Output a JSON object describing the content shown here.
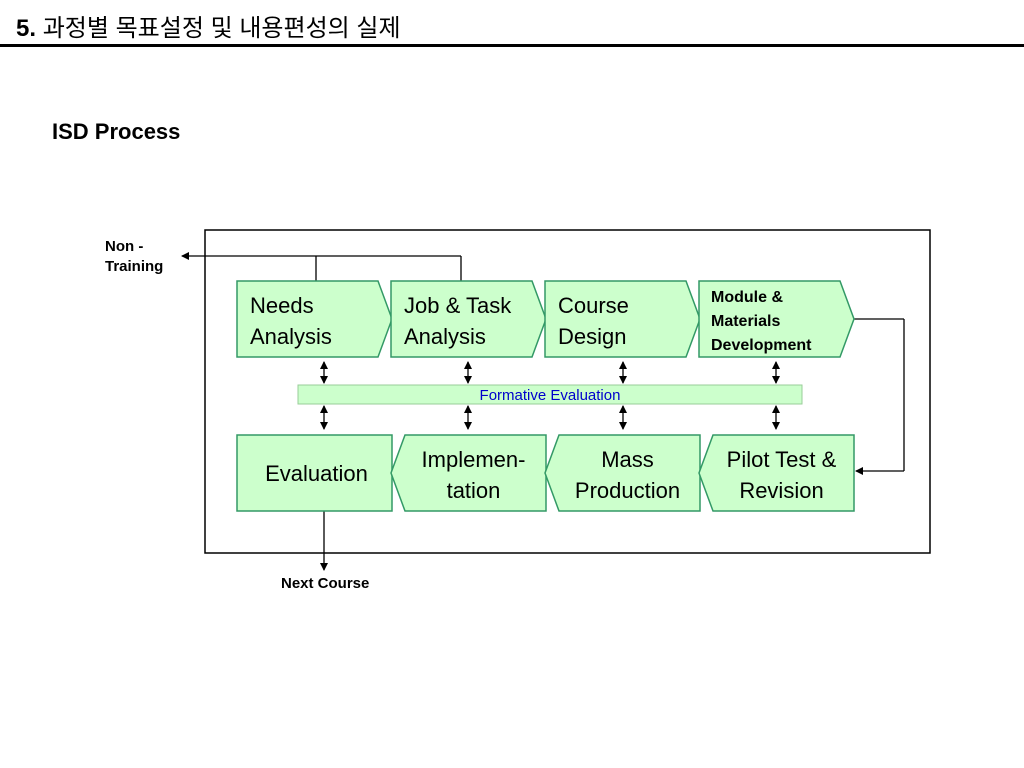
{
  "header": {
    "number": "5.",
    "title": "과정별 목표설정 및 내용편성의 실제"
  },
  "subtitle": "ISD Process",
  "diagram": {
    "top_row": [
      {
        "lines": [
          "Needs",
          "Analysis"
        ],
        "bold": false
      },
      {
        "lines": [
          "Job & Task",
          "Analysis"
        ],
        "bold": false
      },
      {
        "lines": [
          "Course",
          "Design"
        ],
        "bold": false
      },
      {
        "lines": [
          "Module &",
          "Materials",
          "Development"
        ],
        "bold": true
      }
    ],
    "bottom_row": [
      {
        "lines": [
          "Evaluation"
        ]
      },
      {
        "lines": [
          "Implemen-",
          "tation"
        ]
      },
      {
        "lines": [
          "Mass",
          "Production"
        ]
      },
      {
        "lines": [
          "Pilot Test &",
          "Revision"
        ]
      }
    ],
    "formative_label": "Formative Evaluation",
    "non_training_label": [
      "Non -",
      "Training"
    ],
    "next_course_label": "Next Course",
    "colors": {
      "box_fill": "#ccffcc",
      "box_stroke": "#339966",
      "formative_fill": "#ccffcc",
      "formative_stroke": "#99cc99",
      "formative_text": "#0000cc"
    }
  }
}
